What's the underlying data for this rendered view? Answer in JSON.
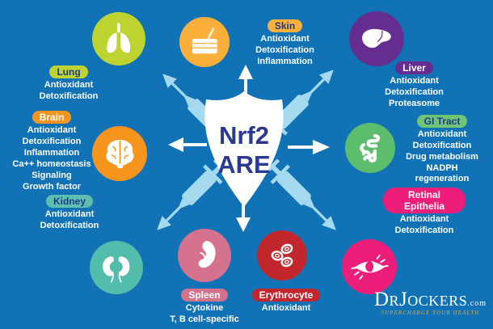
{
  "center": {
    "line1": "Nrf2",
    "line2": "ARE"
  },
  "organs": {
    "lung": {
      "label": "Lung",
      "icon": "lungs-icon",
      "effects": [
        "Antioxidant",
        "Detoxification"
      ]
    },
    "skin": {
      "label": "Skin",
      "icon": "skin-icon",
      "effects": [
        "Antioxidant",
        "Detoxification",
        "Inflammation"
      ]
    },
    "liver": {
      "label": "Liver",
      "icon": "liver-icon",
      "effects": [
        "Antioxidant",
        "Detoxification",
        "Proteasome"
      ]
    },
    "brain": {
      "label": "Brain",
      "icon": "brain-icon",
      "effects": [
        "Antioxidant",
        "Detoxification",
        "Inflammation",
        "Ca++ homeostasis",
        "Signaling",
        "Growth factor"
      ]
    },
    "gi": {
      "label": "GI Tract",
      "icon": "intestines-icon",
      "effects": [
        "Antioxidant",
        "Detoxification",
        "Drug metabolism",
        "NADPH regeneration"
      ]
    },
    "kidney": {
      "label": "Kidney",
      "icon": "kidneys-icon",
      "effects": [
        "Antioxidant",
        "Detoxification"
      ]
    },
    "retinal": {
      "label": "Retinal Epithelia",
      "icon": "eye-icon",
      "effects": [
        "Antioxidant",
        "Detoxification"
      ]
    },
    "spleen": {
      "label": "Spleen",
      "icon": "spleen-icon",
      "effects": [
        "Cytokine",
        "T, B cell-specific"
      ]
    },
    "erythrocyte": {
      "label": "Erythrocyte",
      "icon": "red-blood-cells-icon",
      "effects": [
        "Antioxidant"
      ]
    }
  },
  "logo": {
    "brand": "DrJockers",
    "suffix": ".com",
    "tagline": "SUPERCHARGE YOUR HEALTH"
  },
  "colors": {
    "background": "#1173b6",
    "navy_text": "#2b3990",
    "white": "#ffffff",
    "lung": "#bfd330",
    "skin": "#fbb03b",
    "liver": "#662d91",
    "brain": "#f7941e",
    "gi_tract": "#5cbe6c",
    "kidney": "#54bcab",
    "retinal": "#ec1e79",
    "spleen": "#d4718d",
    "erythrocyte": "#c1272d",
    "syringe_blue": "#a5d9f0",
    "logo_gold": "#d2a94f"
  }
}
